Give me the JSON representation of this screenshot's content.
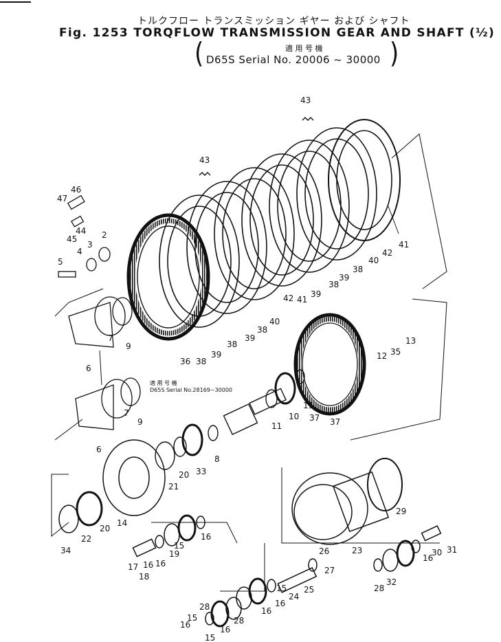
{
  "header": {
    "japanese_title": "トルクフロー トランスミッション ギヤー および シャフト",
    "figure_title": "Fig. 1253  TORQFLOW TRANSMISSION GEAR AND SHAFT (½)",
    "applicable_label": "適 用 号 機",
    "serial_range": "D65S  Serial No. 20006 ~ 30000",
    "paren_left": "(",
    "paren_right": ")"
  },
  "inset_note": {
    "applicable_label": "適 用 号 機",
    "serial": "D65S  Serial No.28169~30000"
  },
  "callouts": [
    "43",
    "43",
    "46",
    "47",
    "44",
    "45",
    "2",
    "3",
    "4",
    "5",
    "9",
    "7",
    "6",
    "36",
    "38",
    "39",
    "38",
    "37",
    "39",
    "38",
    "40",
    "42",
    "41",
    "39",
    "38",
    "39",
    "38",
    "40",
    "42",
    "41",
    "12",
    "35",
    "13",
    "9",
    "7",
    "6",
    "11",
    "10",
    "11",
    "37",
    "8",
    "33",
    "20",
    "21",
    "22",
    "20",
    "14",
    "34",
    "16",
    "15",
    "16",
    "17",
    "16",
    "19",
    "18",
    "29",
    "23",
    "27",
    "26",
    "25",
    "24",
    "16",
    "15",
    "16",
    "28",
    "15",
    "16",
    "28",
    "16",
    "15",
    "16",
    "30",
    "31",
    "32",
    "28",
    "16"
  ]
}
